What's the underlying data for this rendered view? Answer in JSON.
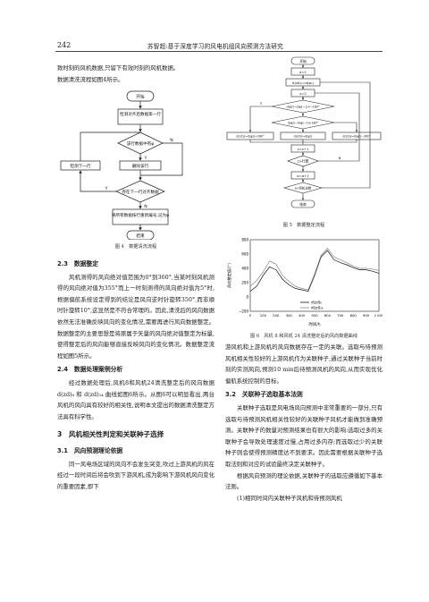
{
  "header": {
    "page_number": "242",
    "running_title": "苏智超:基于深度学习的风电机组风向预测方法研究"
  },
  "left_col": {
    "intro_line1": "致时刻的风机数据,只留下有效时刻的风机数据。",
    "intro_line2": "数据清洗流程如图4所示。",
    "fig4": {
      "start": "开始",
      "read": "检测对齐后数据第一行",
      "cond": "该行数据中有φ",
      "y": "Y",
      "n": "N",
      "n2": "N",
      "y2": "Y",
      "delete": "删除该行",
      "next": "检测下一行",
      "exist": "存在下一行对齐数据",
      "save": "将所有数据按行重新编号,记为φ",
      "end": "结束",
      "caption": "图 4　数据清洗流程"
    },
    "s23_title": "2.3　数据整定",
    "s23_text": "风机测得的风向绝对值范围为0°到360°,当某时刻风机测得的风向绝对值为355°而上一时刻测得的风向绝对值为5°时,根据偏航系统设定得到的结论是风向逆时针旋转350°,而非顺时针旋转10°,这显然是不符合常理的。因此,清洗后的风向数据依然无法准确反映风向的变化情况,需要再进行风向数据整定。数据整定的主要思想是将原属于矢量的风向绝对值整定为标量,使得整定后的风向能够直接反映风向的变化情况。数据整定流程如图5所示。",
    "s24_title": "2.4　数据处理案例分析",
    "s24_text": "经过数据处理后,风机8和风机24清洗整定后的风向数据 d(zd)₈ 和 d(zd)₂₄ 曲线如图6所示。从图6可以明显看出,两台风机的风向具有较好的相关性,说明本文提出的数据清洗整定方法具有科学性。",
    "s3_title": "3　风机相关性判定和关联种子选择",
    "s31_title": "3.1　风向预测理论依据",
    "s31_text": "同一风电场区域的风向不会发生突变,吹过上游风机的风在经过一段时间后将会吹到下游风机,成为影响下游风机风向变化的重要因素,即下"
  },
  "right_col": {
    "fig5": {
      "start": "开始",
      "a1": "a=1",
      "d_init": "d(zd)₁=d(φ₁)",
      "z2": "z=2",
      "cond1": "d(φz)−d(φz−1)<−180°",
      "cond2": "d(φz)−d(φz−1)>180°",
      "box_left": "d(zd)z=d(φz)+360°",
      "box_mid": "d(zd)z=d(φz)",
      "box_right": "d(zd)z=d(φz)−360°",
      "z_inc": "z=z+1",
      "z_check": "z>行数",
      "a_inc": "a=a+1",
      "a_check": "a>风机总数",
      "end": "结束",
      "y": "Y",
      "n": "N",
      "caption": "图 5　数据整定流程"
    },
    "fig6": {
      "ylabel": "风向整定值/(°)",
      "xlabel": "时间/h",
      "yticks": [
        "800",
        "600",
        "400",
        "200",
        "0",
        "−200"
      ],
      "xticks": [
        "0",
        "100",
        "200",
        "300",
        "400",
        "500",
        "600",
        "700",
        "800",
        "900",
        "1 000"
      ],
      "legend_a": "d(zd)₈",
      "legend_b": "d(zd)₂₄",
      "caption": "图 6　风机 8 和风机 24 清洗整定后的风向数据曲线"
    },
    "para1": "游风机和上游风机的风向数据存在一定的关联。选取与待预测风机相关性较好的上游风机作为关联种子,通过关联种子当前时刻的实测风向,预测10 min后待预测风机的风向,从而实现优化偏航系统控制的目标。",
    "s32_title": "3.2　关联种子选取基本法则",
    "para2": "关联种子选取是风电场风向预测中非常重要的一部分,只有选取与待预测风机相关性较好的关联种子风机才能做到准确预测。关联种子的数量对预测结果也有很大的影响:选取过多的关联种子会导致处理速度过慢,占用过多内存;而选取过少的关联种子则会使得预测精度达不到要求。因此需要根据关联种子选取法则和对应的试验最终决定关联种子。",
    "para3": "根据风向预测的理论依据,关联种子的选取应遵循如下基本法则。",
    "para4": "(1)相同时间内关联种子风机和待预测风机"
  },
  "chart_data": {
    "type": "line",
    "title": "",
    "xlabel": "时间/h",
    "ylabel": "风向整定值/(°)",
    "xlim": [
      0,
      1000
    ],
    "ylim": [
      -200,
      800
    ],
    "x": [
      0,
      50,
      100,
      150,
      200,
      250,
      300,
      350,
      400,
      450,
      500,
      550,
      600,
      650,
      700,
      750,
      800,
      850,
      900,
      950,
      1000
    ],
    "series": [
      {
        "name": "d(zd)₈",
        "values": [
          80,
          150,
          300,
          420,
          380,
          250,
          170,
          120,
          100,
          80,
          300,
          560,
          650,
          520,
          480,
          450,
          410,
          380,
          380,
          360,
          330
        ]
      },
      {
        "name": "d(zd)₂₄",
        "values": [
          150,
          230,
          350,
          500,
          460,
          300,
          220,
          150,
          120,
          100,
          320,
          580,
          680,
          560,
          520,
          480,
          430,
          400,
          400,
          390,
          370
        ]
      }
    ]
  }
}
